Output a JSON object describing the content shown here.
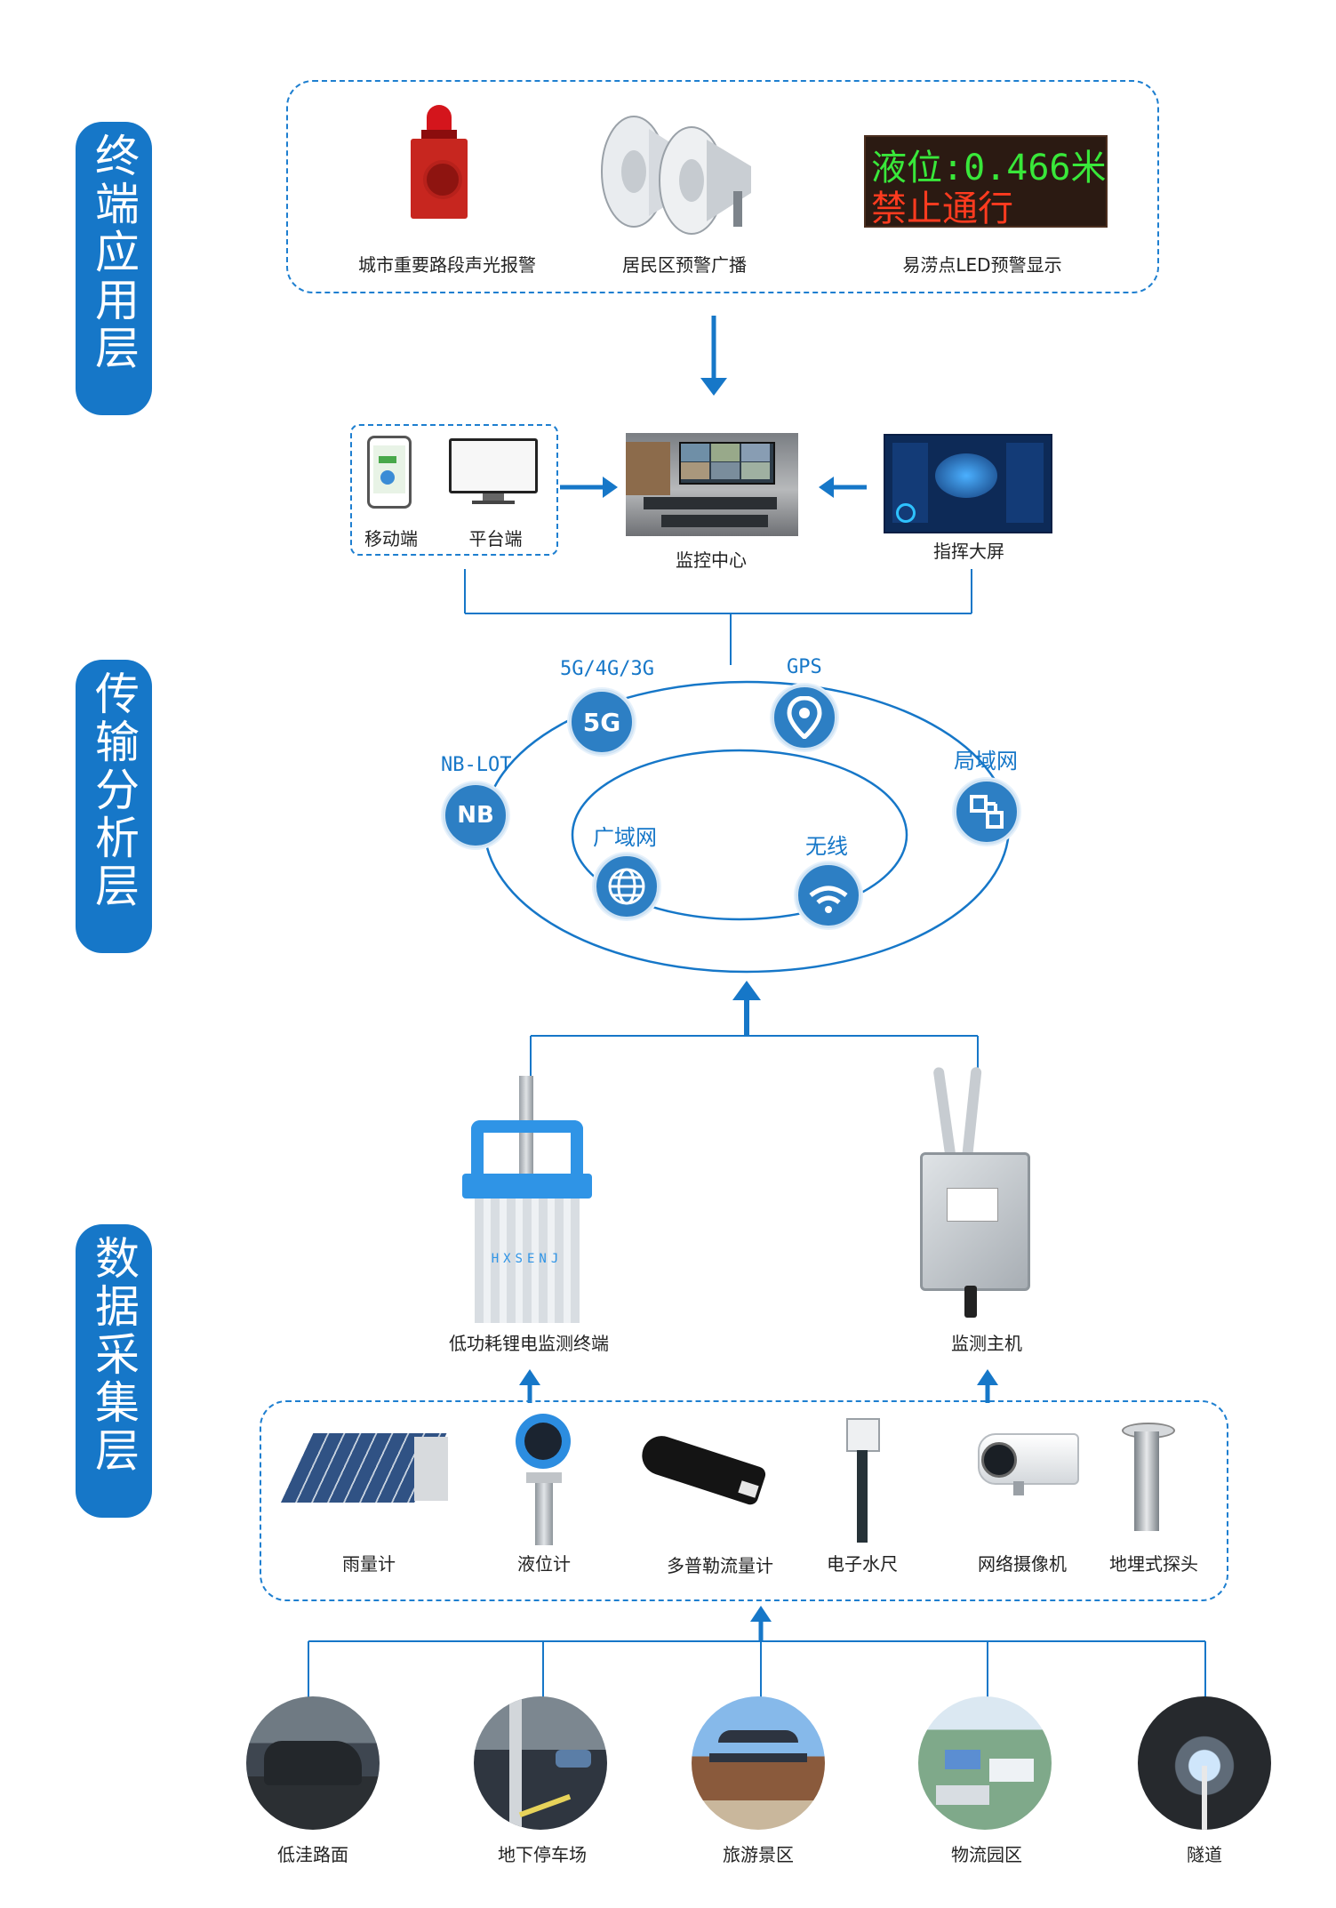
{
  "layers": {
    "terminal": "终端应用层",
    "transport": "传输分析层",
    "collection": "数据采集层"
  },
  "terminal_devices": {
    "alarm": "城市重要路段声光报警",
    "broadcast": "居民区预警广播",
    "led": "易涝点LED预警显示",
    "led_line1": "液位:0.466米",
    "led_line2": "禁止通行"
  },
  "center": {
    "mobile": "移动端",
    "platform": "平台端",
    "monitor": "监控中心",
    "screen": "指挥大屏"
  },
  "network": {
    "g5": "5G/4G/3G",
    "g5_icon": "5G",
    "gps": "GPS",
    "lan": "局域网",
    "nb": "NB-LOT",
    "nb_icon": "NB",
    "wan": "广域网",
    "wireless": "无线"
  },
  "acquisition": {
    "terminal": "低功耗锂电监测终端",
    "terminal_brand": "HXSENJ",
    "host": "监测主机"
  },
  "sensors": [
    "雨量计",
    "液位计",
    "多普勒流量计",
    "电子水尺",
    "网络摄像机",
    "地埋式探头"
  ],
  "scenes": [
    "低洼路面",
    "地下停车场",
    "旅游景区",
    "物流园区",
    "隧道"
  ],
  "colors": {
    "accent": "#1677c8",
    "led_green": "#39e83a",
    "led_red": "#ff3b1f"
  }
}
